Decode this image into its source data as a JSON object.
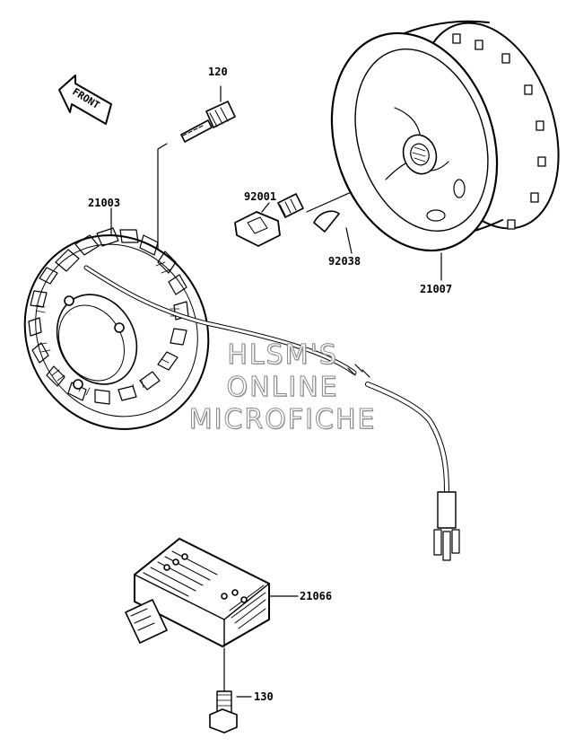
{
  "parts": {
    "p120": "120",
    "p21003": "21003",
    "p92001": "92001",
    "p92038": "92038",
    "p21007": "21007",
    "p21066": "21066",
    "p130": "130"
  },
  "front_arrow": {
    "label": "FRONT"
  },
  "watermark": {
    "line1": "HLSM'S",
    "line2": "ONLINE",
    "line3": "MICROFICHE"
  }
}
